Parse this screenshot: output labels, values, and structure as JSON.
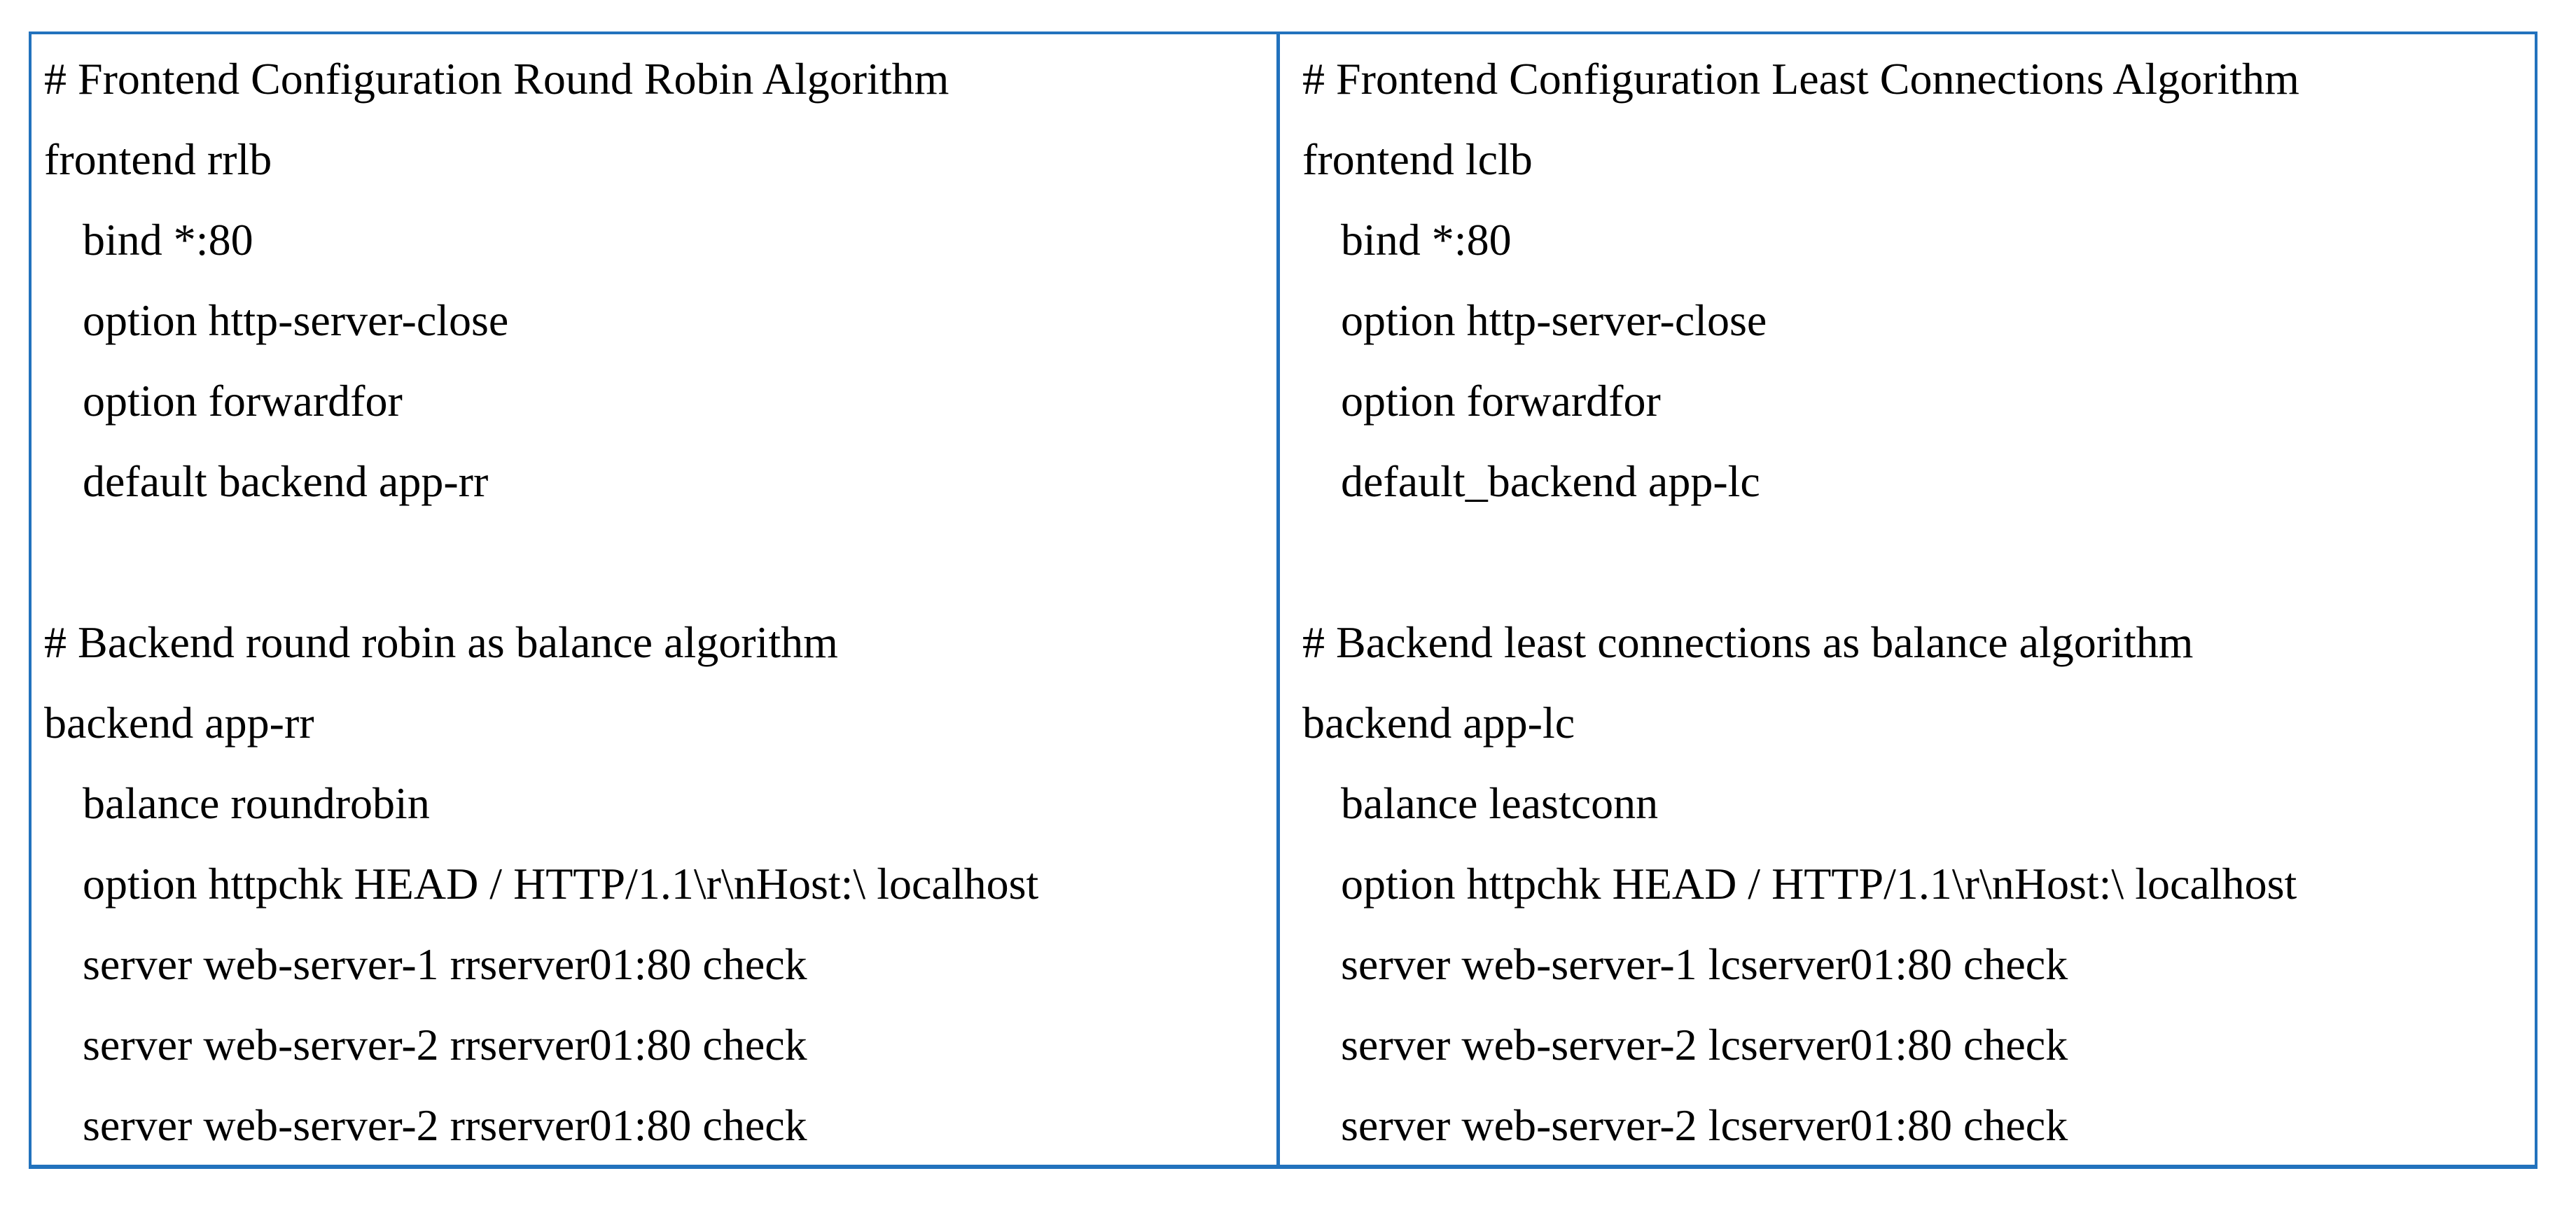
{
  "colors": {
    "border_blue": "#2272bd",
    "text": "#000000",
    "background": "#ffffff"
  },
  "panels": [
    {
      "name": "round-robin-config",
      "lines": [
        {
          "text": "# Frontend Configuration Round Robin Algorithm"
        },
        {
          "text": "frontend rrlb"
        },
        {
          "text": "bind *:80"
        },
        {
          "text": "option http-server-close"
        },
        {
          "text": "option forwardfor"
        },
        {
          "text": "default backend app-rr"
        },
        {
          "text": ""
        },
        {
          "text": "# Backend round robin as balance algorithm"
        },
        {
          "text": "backend app-rr"
        },
        {
          "text": "balance roundrobin"
        },
        {
          "text": "option httpchk HEAD / HTTP/1.1\\r\\nHost:\\ localhost"
        },
        {
          "text": "server web-server-1 rrserver01:80 check"
        },
        {
          "text": "server web-server-2 rrserver01:80 check"
        },
        {
          "text": "server web-server-2 rrserver01:80 check"
        }
      ]
    },
    {
      "name": "least-connections-config",
      "lines": [
        {
          "text": "# Frontend Configuration Least Connections Algorithm"
        },
        {
          "text": "frontend lclb"
        },
        {
          "text": "bind *:80"
        },
        {
          "text": "option http-server-close"
        },
        {
          "text": "option forwardfor"
        },
        {
          "text": "default_backend app-lc"
        },
        {
          "text": ""
        },
        {
          "text": "# Backend least connections as balance algorithm"
        },
        {
          "text": "backend app-lc"
        },
        {
          "text": "balance leastconn"
        },
        {
          "text": "option httpchk HEAD / HTTP/1.1\\r\\nHost:\\ localhost"
        },
        {
          "text": "server web-server-1 lcserver01:80 check"
        },
        {
          "text": "server web-server-2 lcserver01:80 check"
        },
        {
          "text": "server web-server-2 lcserver01:80 check"
        }
      ]
    }
  ]
}
